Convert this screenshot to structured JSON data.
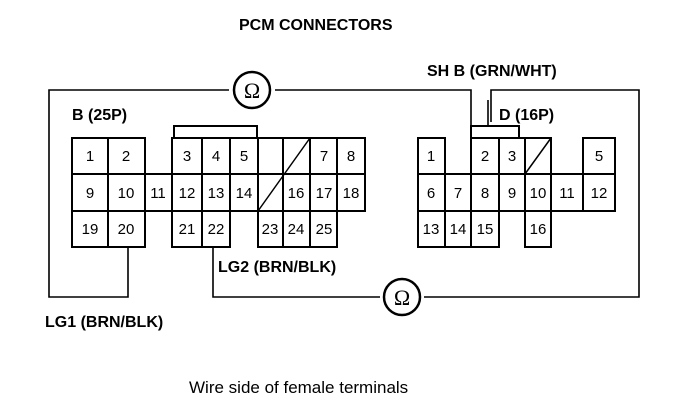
{
  "title": "PCM CONNECTORS",
  "caption": "Wire side of female terminals",
  "connector_b": {
    "label": "B (25P)",
    "pins": [
      "1",
      "2",
      "3",
      "4",
      "5",
      "7",
      "8",
      "9",
      "10",
      "11",
      "12",
      "13",
      "14",
      "16",
      "17",
      "18",
      "19",
      "20",
      "21",
      "22",
      "23",
      "24",
      "25"
    ]
  },
  "connector_d": {
    "label": "D (16P)",
    "pins": [
      "1",
      "2",
      "3",
      "5",
      "6",
      "7",
      "8",
      "9",
      "10",
      "11",
      "12",
      "13",
      "14",
      "15",
      "16"
    ]
  },
  "labels": {
    "sh_b": "SH B (GRN/WHT)",
    "lg2": "LG2 (BRN/BLK)",
    "lg1": "LG1 (BRN/BLK)"
  },
  "meters": {
    "symbol": "Ω"
  }
}
